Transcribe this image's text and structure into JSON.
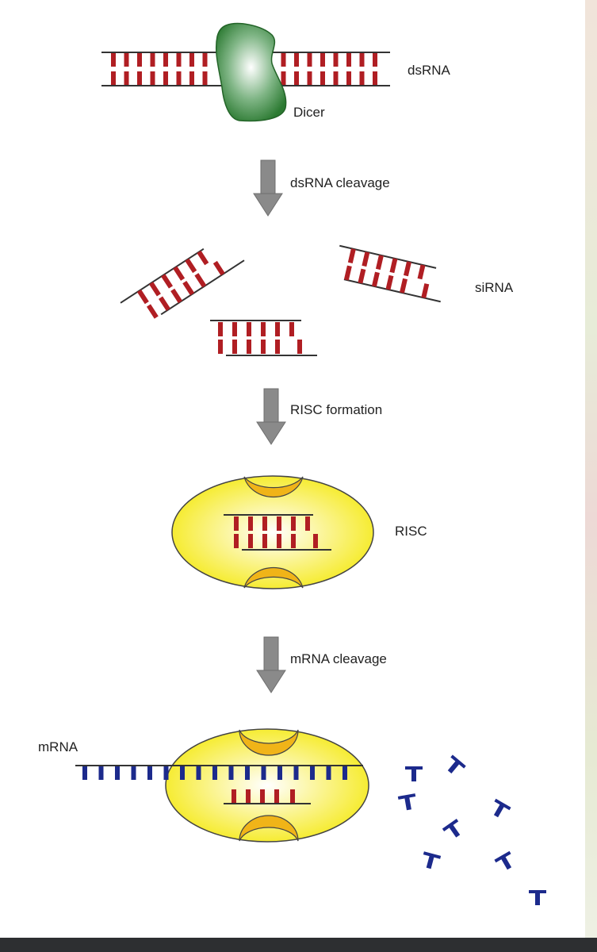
{
  "diagram": {
    "labels": {
      "dsrna": "dsRNA",
      "dicer": "Dicer",
      "step1": "dsRNA cleavage",
      "sirna": "siRNA",
      "step2": "RISC formation",
      "risc": "RISC",
      "step3": "mRNA cleavage",
      "mrna": "mRNA"
    },
    "colors": {
      "rna_strand": "#b01e23",
      "mrna_strand": "#1c2a8c",
      "backbone": "#333333",
      "dicer": "#2c7a32",
      "risc_fill": "#f5ee2e",
      "risc_pocket": "#f0b418",
      "arrow": "#8a8a8a"
    }
  }
}
